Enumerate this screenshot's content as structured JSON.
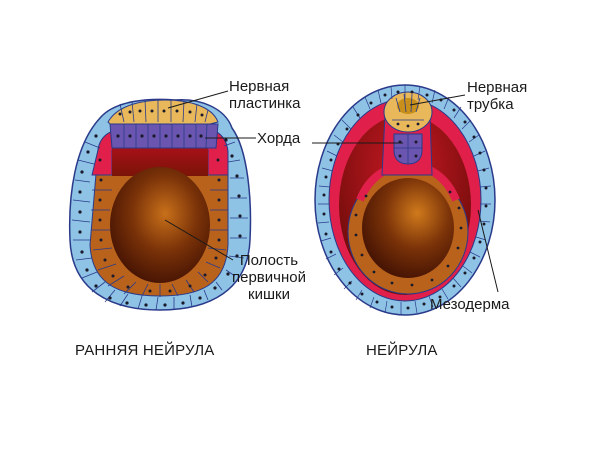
{
  "figure": {
    "left_embryo": {
      "caption": "РАННЯЯ НЕЙРУЛА"
    },
    "right_embryo": {
      "caption": "НЕЙРУЛА"
    }
  },
  "labels": {
    "neural_plate": {
      "line1": "Нервная",
      "line2": "пластинка"
    },
    "chord": "Хорда",
    "neural_tube": {
      "line1": "Нервная",
      "line2": "трубка"
    },
    "primary_gut": {
      "line1": "Полость",
      "line2": "первичной",
      "line3": "кишки"
    },
    "mesoderm": "Мезодерма"
  },
  "colors": {
    "ectoderm": "#8ec3e6",
    "neural": "#e8b85a",
    "chord": "#6a55b0",
    "mesoderm": "#e0204a",
    "endoderm": "#b8621c",
    "gut_cavity": "#6b2a0a",
    "outline": "#2a3a8a"
  }
}
